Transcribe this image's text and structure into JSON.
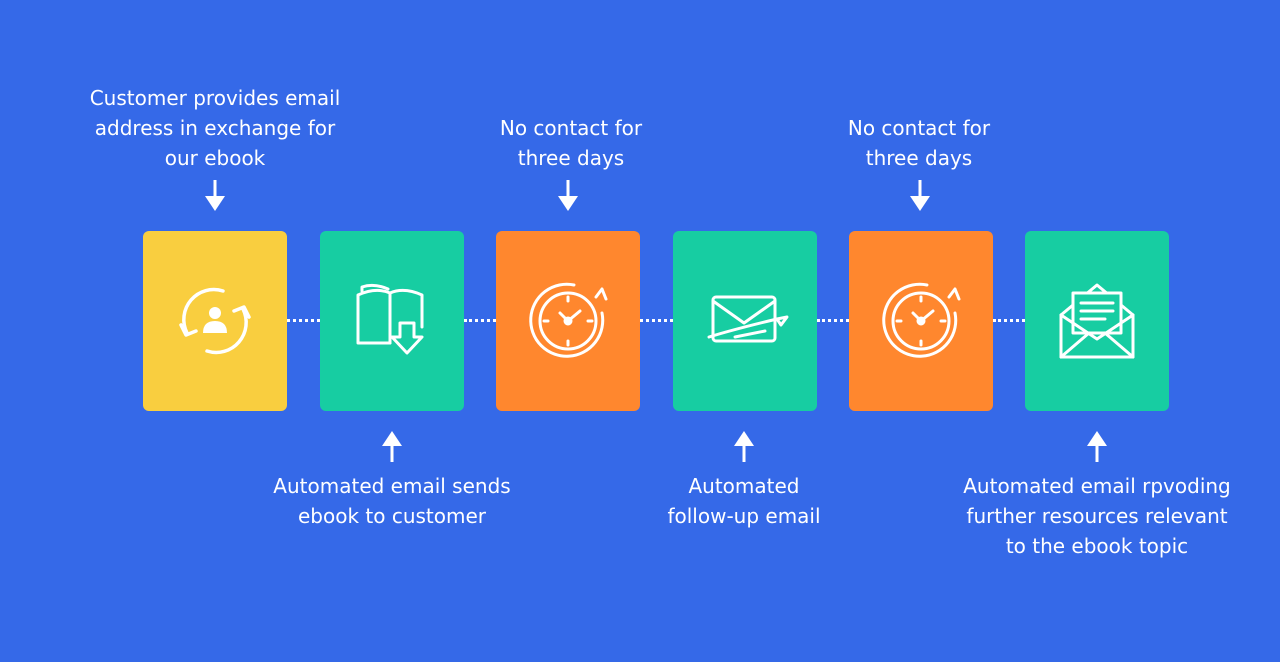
{
  "colors": {
    "background": "#3569E8",
    "yellow": "#F9CE3F",
    "green": "#17CDA2",
    "orange": "#FF872E"
  },
  "steps": [
    {
      "color": "yellow",
      "icon": "user-refresh-icon",
      "label": "Customer provides email\naddress in exchange for\nour ebook",
      "label_position": "top"
    },
    {
      "color": "green",
      "icon": "ebook-download-icon",
      "label": "Automated email sends\nebook to customer",
      "label_position": "bottom"
    },
    {
      "color": "orange",
      "icon": "clock-icon",
      "label": "No contact for\nthree days",
      "label_position": "top"
    },
    {
      "color": "green",
      "icon": "email-send-icon",
      "label": "Automated\nfollow-up email",
      "label_position": "bottom"
    },
    {
      "color": "orange",
      "icon": "clock-icon",
      "label": "No contact for\nthree days",
      "label_position": "top"
    },
    {
      "color": "green",
      "icon": "open-email-icon",
      "label": "Automated email rpvoding\nfurther resources relevant\nto the ebook topic",
      "label_position": "bottom"
    }
  ]
}
